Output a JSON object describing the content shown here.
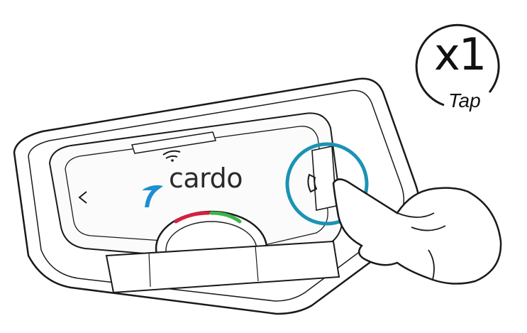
{
  "badge": {
    "count": "x1",
    "action": "Tap"
  },
  "device": {
    "brand": "cardo"
  },
  "colors": {
    "highlight_ring": "#1b93b3",
    "logo_blue": "#1e8fd0",
    "led_red": "#d9203f",
    "led_green": "#3cb44a",
    "outline": "#1a1a1a"
  },
  "icons": [
    "wifi-icon",
    "phone-icon",
    "chevron-left-icon",
    "cardo-logo-icon",
    "pointing-hand-icon"
  ]
}
